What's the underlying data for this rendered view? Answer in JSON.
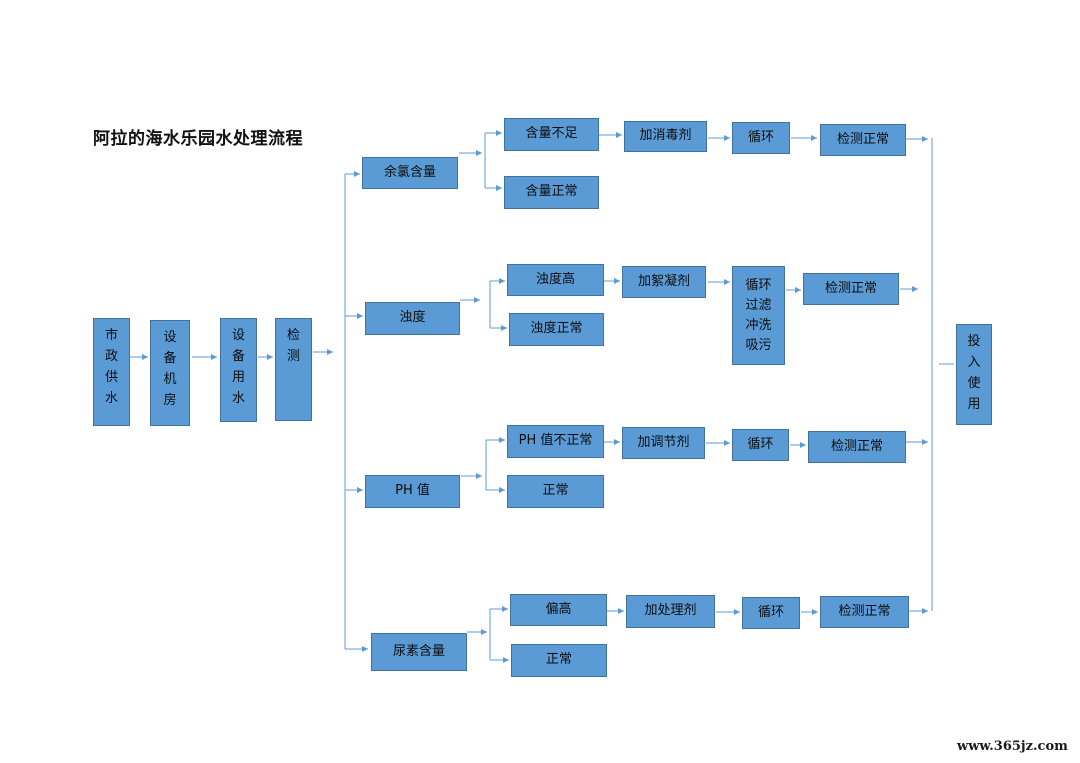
{
  "title": "阿拉的海水乐园水处理流程",
  "watermark": "www.365jz.com",
  "colors": {
    "box_fill": "#5b9bd5",
    "box_border": "#41719c",
    "arrow": "#5b9bd5"
  },
  "source_chain": [
    "市政供水",
    "设备机房",
    "设备用水",
    "检测"
  ],
  "branches": {
    "chlorine": {
      "label": "余氯含量",
      "abnormal": "含量不足",
      "normal": "含量正常",
      "steps": [
        "加消毒剂",
        "循环",
        "检测正常"
      ]
    },
    "turbidity": {
      "label": "浊度",
      "abnormal": "浊度高",
      "normal": "浊度正常",
      "steps": [
        "加絮凝剂",
        "循环过滤冲洗吸污",
        "检测正常"
      ]
    },
    "ph": {
      "label": "PH 值",
      "abnormal": "PH 值不正常",
      "normal": "正常",
      "steps": [
        "加调节剂",
        "循环",
        "检测正常"
      ]
    },
    "urea": {
      "label": "尿素含量",
      "abnormal": "偏高",
      "normal": "正常",
      "steps": [
        "加处理剂",
        "循环",
        "检测正常"
      ]
    }
  },
  "final": "投入使用"
}
